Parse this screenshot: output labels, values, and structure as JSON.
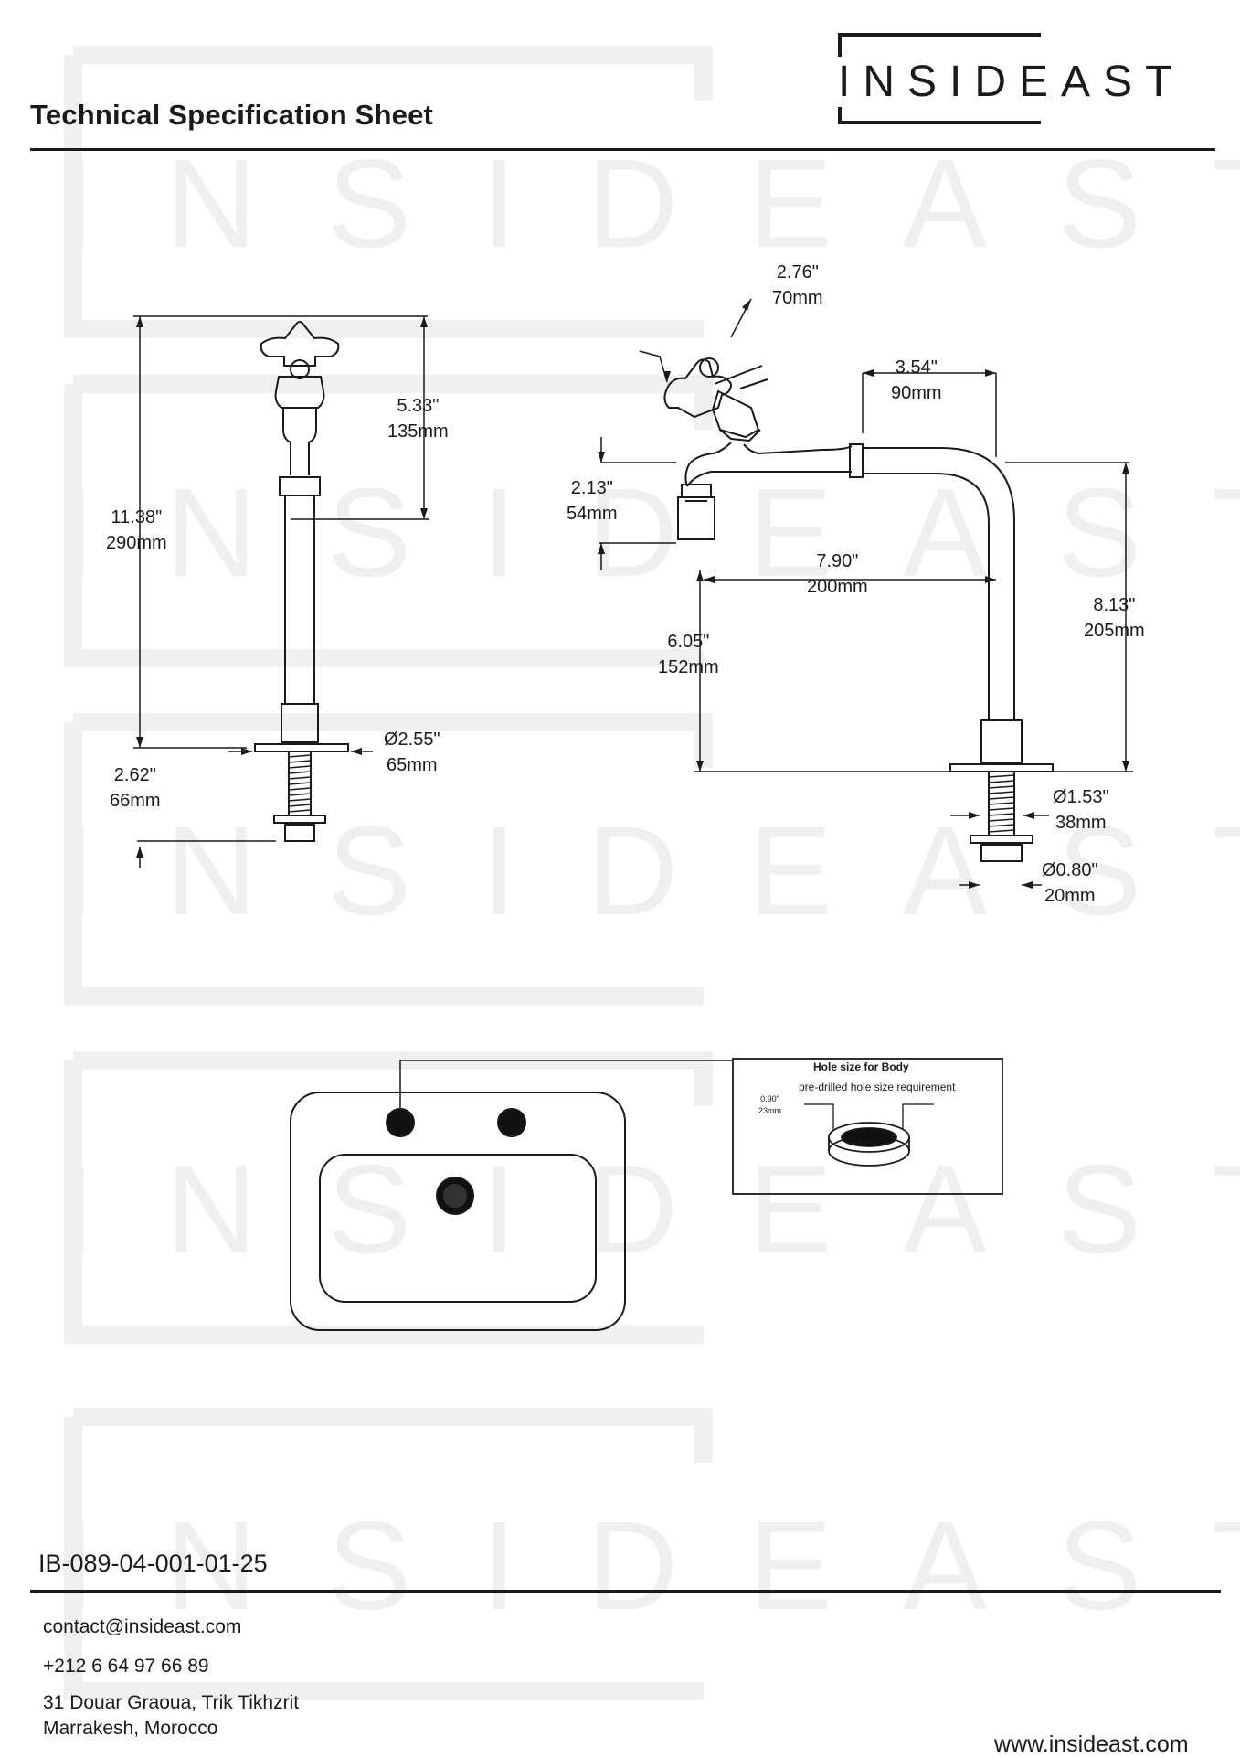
{
  "header": {
    "title": "Technical Specification Sheet",
    "logo_text": "INSIDEAST"
  },
  "watermark": {
    "text": "INSIDEAST"
  },
  "front_view": {
    "height_total": [
      "11.38\"",
      "290mm"
    ],
    "handle_height": [
      "5.33\"",
      "135mm"
    ],
    "base_diameter": [
      "Ø2.55\"",
      "65mm"
    ],
    "shank_length": [
      "2.62\"",
      "66mm"
    ]
  },
  "side_view": {
    "handle_width": [
      "2.76\"",
      "70mm"
    ],
    "arm_width": [
      "3.54\"",
      "90mm"
    ],
    "outlet_height": [
      "2.13\"",
      "54mm"
    ],
    "reach": [
      "7.90\"",
      "200mm"
    ],
    "spout_height": [
      "6.05\"",
      "152mm"
    ],
    "total_height": [
      "8.13\"",
      "205mm"
    ],
    "base_diameter": [
      "Ø1.53\"",
      "38mm"
    ],
    "shank_diameter": [
      "Ø0.80\"",
      "20mm"
    ]
  },
  "hole_detail": {
    "title": "Hole size for Body",
    "subtitle": "pre-drilled hole size requirement",
    "size": [
      "0.90\"",
      "23mm"
    ]
  },
  "footer": {
    "model": "IB-089-04-001-01-25",
    "email": "contact@insideast.com",
    "phone": "+212 6 64 97 66 89",
    "address_line1": "31 Douar Graoua, Trik Tikhzrit",
    "address_line2": "Marrakesh, Morocco",
    "website": "www.insideast.com"
  }
}
